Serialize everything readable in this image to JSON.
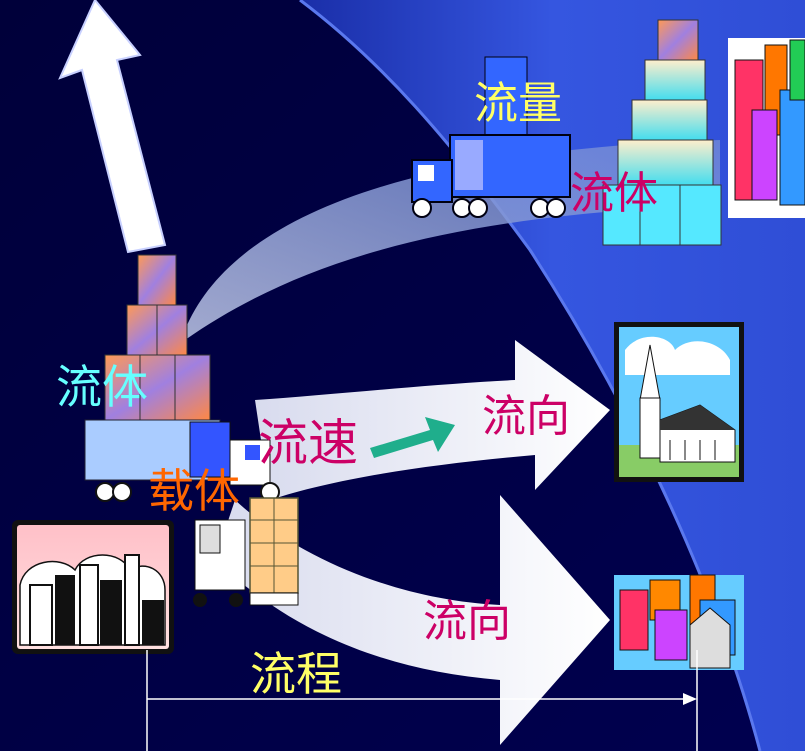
{
  "labels": {
    "liuliang": "流量",
    "liuti_top": "流体",
    "liuti_left": "流体",
    "liusu": "流速",
    "zaiti": "载体",
    "liuxiang_mid": "流向",
    "liuxiang_low": "流向",
    "liucheng": "流程"
  },
  "colors": {
    "background": "#000066",
    "wedge": "#2f4fd8",
    "arc_band": "#7d93d0",
    "white_arrow": "#ffffff",
    "teal_arrow": "#1fae8c",
    "yellow_text": "#ffff66",
    "cyan_text": "#66ffff",
    "magenta_text": "#cc0066",
    "orange_text": "#ff6600",
    "truck_blue": "#3355ff"
  },
  "icons": [
    "up-arrow-icon",
    "truck-icon",
    "box-stack-icon",
    "city-buildings-icon",
    "church-icon",
    "forklift-icon",
    "skyline-icon"
  ]
}
